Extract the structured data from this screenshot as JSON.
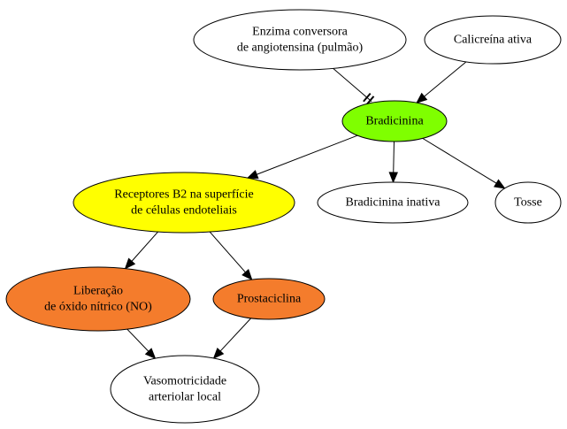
{
  "nodes": [
    {
      "id": "eca",
      "lines": [
        "Enzima conversora",
        "de angiotensina (pulmão)"
      ],
      "fill": "#ffffff"
    },
    {
      "id": "calicreina",
      "lines": [
        "Calicreína ativa"
      ],
      "fill": "#ffffff"
    },
    {
      "id": "bradicinina",
      "lines": [
        "Bradicinina"
      ],
      "fill": "#7fff00"
    },
    {
      "id": "receptores",
      "lines": [
        "Receptores B2 na superfície",
        "de células endoteliais"
      ],
      "fill": "#ffff00"
    },
    {
      "id": "inativa",
      "lines": [
        "Bradicinina inativa"
      ],
      "fill": "#ffffff"
    },
    {
      "id": "tosse",
      "lines": [
        "Tosse"
      ],
      "fill": "#ffffff"
    },
    {
      "id": "no",
      "lines": [
        "Liberação",
        "de óxido nítrico (NO)"
      ],
      "fill": "#f47c2c"
    },
    {
      "id": "prostaciclina",
      "lines": [
        "Prostaciclina"
      ],
      "fill": "#f47c2c"
    },
    {
      "id": "vaso",
      "lines": [
        "Vasomotricidade",
        "arteriolar local"
      ],
      "fill": "#ffffff"
    }
  ],
  "edges": [
    {
      "from": "eca",
      "to": "bradicinina",
      "type": "inhibition"
    },
    {
      "from": "calicreina",
      "to": "bradicinina",
      "type": "arrow"
    },
    {
      "from": "bradicinina",
      "to": "receptores",
      "type": "arrow"
    },
    {
      "from": "bradicinina",
      "to": "inativa",
      "type": "arrow"
    },
    {
      "from": "bradicinina",
      "to": "tosse",
      "type": "arrow"
    },
    {
      "from": "receptores",
      "to": "no",
      "type": "arrow"
    },
    {
      "from": "receptores",
      "to": "prostaciclina",
      "type": "arrow"
    },
    {
      "from": "no",
      "to": "vaso",
      "type": "arrow"
    },
    {
      "from": "prostaciclina",
      "to": "vaso",
      "type": "arrow"
    }
  ]
}
